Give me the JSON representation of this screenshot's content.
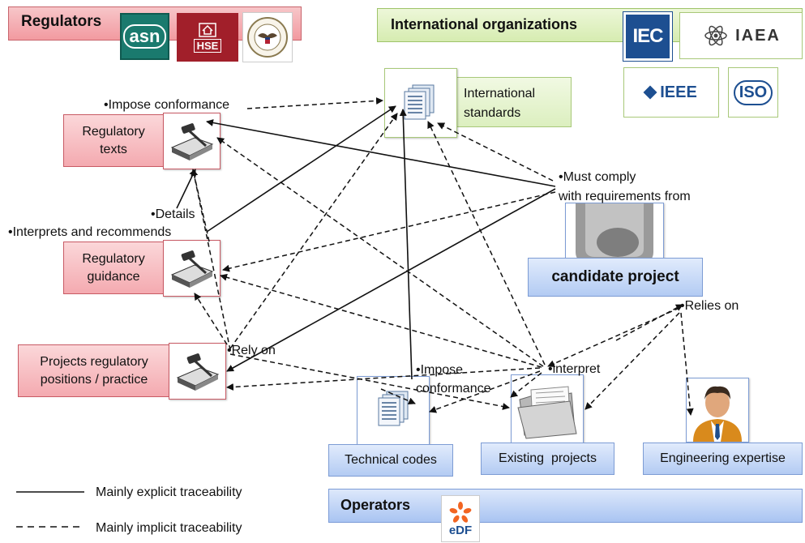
{
  "regulators": {
    "title": "Regulators",
    "logos": [
      "asn",
      "HSE",
      ""
    ]
  },
  "international": {
    "title": "International organizations",
    "logos": [
      "IEC",
      "IAEA",
      "IEEE",
      "ISO"
    ]
  },
  "nodes": {
    "international_standards": "International standards",
    "regulatory_texts": "Regulatory texts",
    "regulatory_guidance": "Regulatory guidance",
    "projects_regulatory": "Projects regulatory positions / practice",
    "candidate_project": "candidate project",
    "technical_codes": "Technical codes",
    "existing_projects": "Existing  projects",
    "engineering_expertise": "Engineering expertise",
    "operators": "Operators",
    "operators_logo": "eDF"
  },
  "labels": {
    "impose_conformance_top": "•Impose conformance",
    "details": "•Details",
    "interprets_recommends": "•Interprets and recommends",
    "rely_on": "•Rely on",
    "must_comply_1": "•Must comply",
    "must_comply_2": "with requirements from",
    "relies_on": "•Relies on",
    "impose_1": "•Impose",
    "impose_2": "conformance",
    "interpret": "•interpret"
  },
  "legend": {
    "explicit": "Mainly explicit traceability",
    "implicit": "Mainly implicit traceability"
  },
  "colors": {
    "regulator_pink": "#f29aa0",
    "intl_green": "#d6ecb1",
    "operator_blue": "#a9c4f2",
    "asn_green": "#1a7a6e",
    "hse_red": "#a11f2a",
    "iec_blue": "#1d4f91",
    "edf_orange": "#f26522"
  }
}
